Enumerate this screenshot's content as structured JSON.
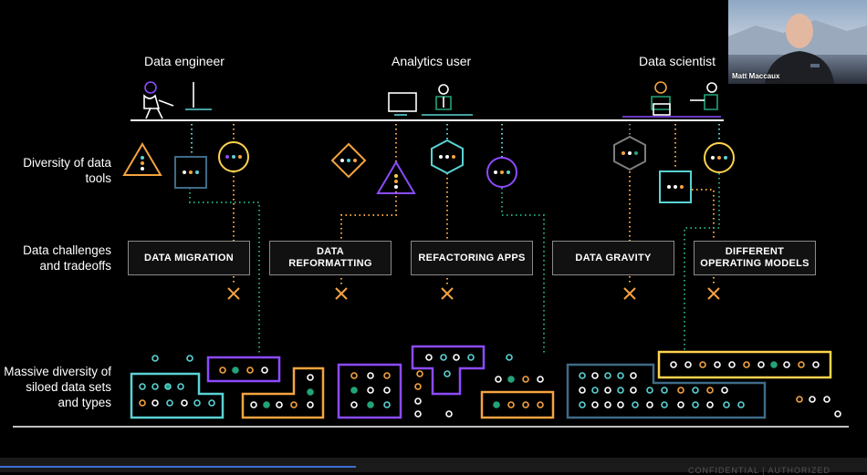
{
  "personas": [
    "Data engineer",
    "Analytics user",
    "Data scientist"
  ],
  "rows": {
    "tools": "Diversity of data tools",
    "challenges": "Data challenges and tradeoffs",
    "datasets": "Massive diversity of siloed data sets and types"
  },
  "challenges": [
    "DATA MIGRATION",
    "DATA REFORMATTING",
    "REFACTORING APPS",
    "DATA GRAVITY",
    "DIFFERENT OPERATING MODELS"
  ],
  "presenter": {
    "name": "Matt Maccaux"
  },
  "footer": {
    "text": "CONFIDENTIAL | AUTHORIZED"
  },
  "progress": {
    "fraction": 0.41
  },
  "colors": {
    "orange": "#f5a340",
    "purple": "#8c4bff",
    "teal": "#5ad2d4",
    "green": "#22a37a",
    "yellow": "#ffd34d",
    "grey": "#7d7d7d",
    "slate": "#3f6b86",
    "cross": "#f5a340"
  }
}
